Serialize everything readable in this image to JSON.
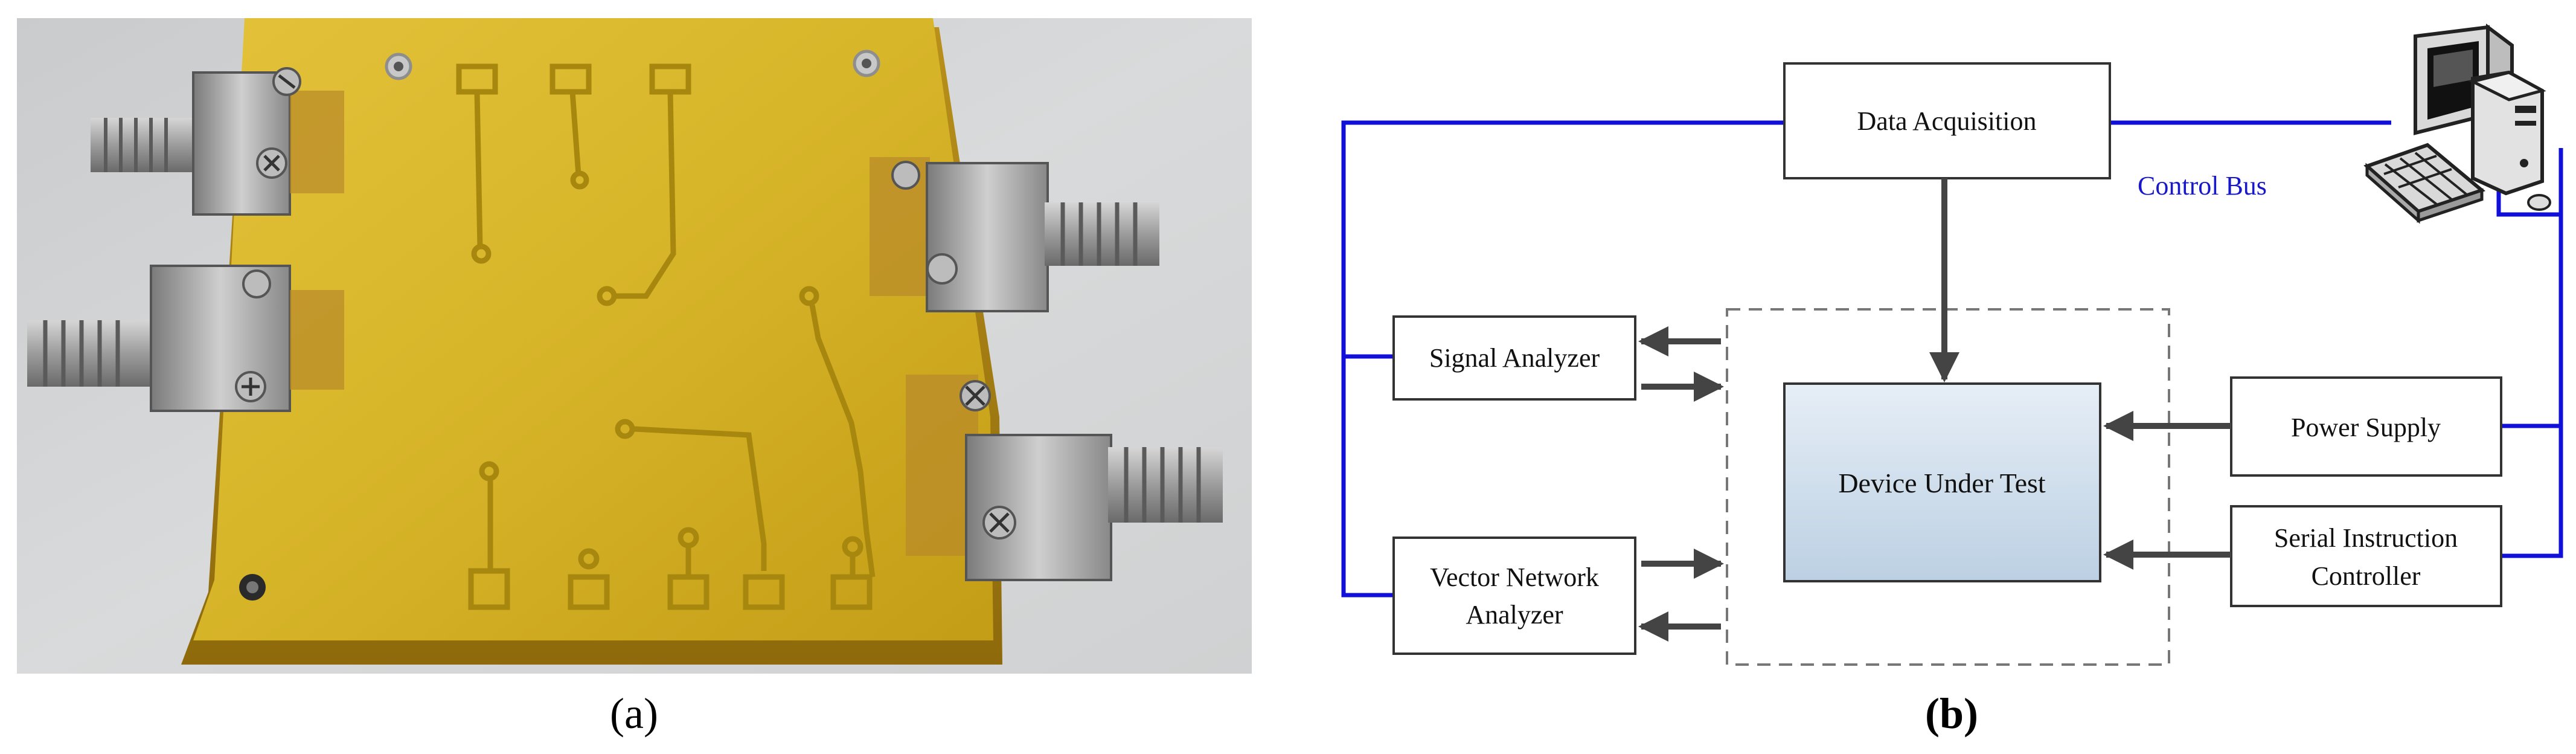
{
  "panel_a": {
    "caption": "(a)"
  },
  "panel_b": {
    "caption": "(b)",
    "blocks": {
      "data_acquisition": "Data Acquisition",
      "signal_analyzer": "Signal Analyzer",
      "vna_line1": "Vector Network",
      "vna_line2": "Analyzer",
      "dut": "Device Under Test",
      "power_supply": "Power Supply",
      "serial_line1": "Serial Instruction",
      "serial_line2": "Controller"
    },
    "control_bus_label": "Control Bus",
    "colors": {
      "bus": "#1010d8",
      "arrow": "#444444",
      "dut_fill_top": "#e6eef6",
      "dut_fill_bottom": "#bcd0e3",
      "pcb_gold": "#d8b62a",
      "label_blue": "#1818c8"
    },
    "icons": {
      "computer": "computer-icon"
    }
  }
}
